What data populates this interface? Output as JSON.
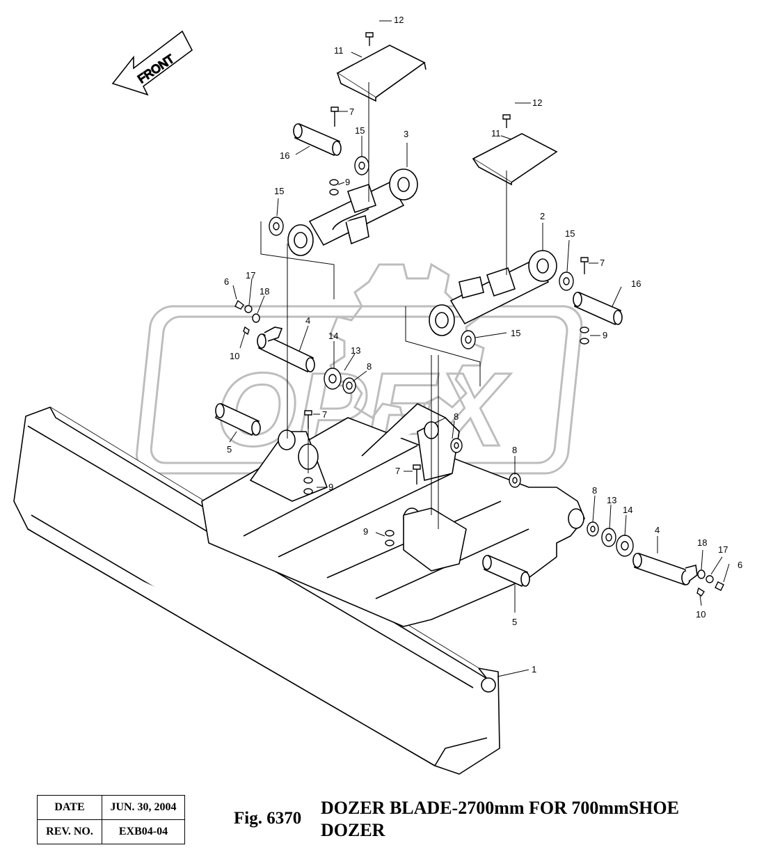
{
  "diagram": {
    "front_label": "FRONT",
    "watermark": "OPEX",
    "callouts": [
      {
        "id": "c12a",
        "label": "12"
      },
      {
        "id": "c11a",
        "label": "11"
      },
      {
        "id": "c7a",
        "label": "7"
      },
      {
        "id": "c15a",
        "label": "15"
      },
      {
        "id": "c3",
        "label": "3"
      },
      {
        "id": "c16a",
        "label": "16"
      },
      {
        "id": "c9a",
        "label": "9"
      },
      {
        "id": "c12b",
        "label": "12"
      },
      {
        "id": "c11b",
        "label": "11"
      },
      {
        "id": "c15b",
        "label": "15"
      },
      {
        "id": "c2",
        "label": "2"
      },
      {
        "id": "c15c",
        "label": "15"
      },
      {
        "id": "c7b",
        "label": "7"
      },
      {
        "id": "c6a",
        "label": "6"
      },
      {
        "id": "c17a",
        "label": "17"
      },
      {
        "id": "c18a",
        "label": "18"
      },
      {
        "id": "c16b",
        "label": "16"
      },
      {
        "id": "c4a",
        "label": "4"
      },
      {
        "id": "c15d",
        "label": "15"
      },
      {
        "id": "c9b",
        "label": "9"
      },
      {
        "id": "c10a",
        "label": "10"
      },
      {
        "id": "c14a",
        "label": "14"
      },
      {
        "id": "c13a",
        "label": "13"
      },
      {
        "id": "c8a",
        "label": "8"
      },
      {
        "id": "c7c",
        "label": "7"
      },
      {
        "id": "c8b",
        "label": "8"
      },
      {
        "id": "c5a",
        "label": "5"
      },
      {
        "id": "c9c",
        "label": "9"
      },
      {
        "id": "c8c",
        "label": "8"
      },
      {
        "id": "c7d",
        "label": "7"
      },
      {
        "id": "c8d",
        "label": "8"
      },
      {
        "id": "c13b",
        "label": "13"
      },
      {
        "id": "c14b",
        "label": "14"
      },
      {
        "id": "c4b",
        "label": "4"
      },
      {
        "id": "c9d",
        "label": "9"
      },
      {
        "id": "c18b",
        "label": "18"
      },
      {
        "id": "c17b",
        "label": "17"
      },
      {
        "id": "c6b",
        "label": "6"
      },
      {
        "id": "c10b",
        "label": "10"
      },
      {
        "id": "c5b",
        "label": "5"
      },
      {
        "id": "c1",
        "label": "1"
      }
    ]
  },
  "info": {
    "date_label": "DATE",
    "date_value": "JUN. 30, 2004",
    "rev_label": "REV. NO.",
    "rev_value": "EXB04-04"
  },
  "caption": {
    "fig_number": "Fig. 6370",
    "title_line1": "DOZER BLADE-2700mm FOR 700mmSHOE",
    "title_line2": "DOZER"
  }
}
